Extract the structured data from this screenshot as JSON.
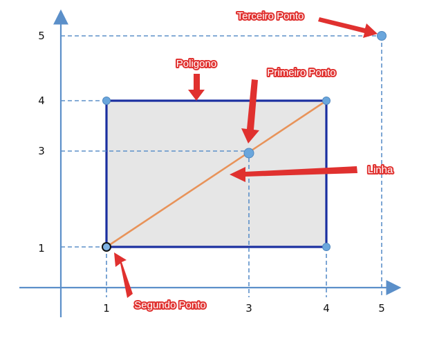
{
  "x_ticks": [
    "1",
    "3",
    "4",
    "5"
  ],
  "y_ticks": [
    "1",
    "3",
    "4",
    "5"
  ],
  "labels": {
    "terceiro_ponto": "Terceiro Ponto",
    "poligono": "Poligono",
    "primeiro_ponto": "Primeiro Ponto",
    "linha": "Linha",
    "segundo_ponto": "Segundo Ponto"
  },
  "polygon": {
    "x_min": 1,
    "x_max": 4,
    "y_min": 1,
    "y_max": 4
  },
  "line": {
    "from": [
      1,
      1
    ],
    "to": [
      4,
      4
    ]
  },
  "points": {
    "primeiro": [
      3,
      3
    ],
    "segundo": [
      1,
      1
    ],
    "terceiro": [
      5,
      5
    ]
  },
  "colors": {
    "axis": "#5b8fc9",
    "polygon_fill": "#e6e6e6",
    "polygon_border": "#1a2fa0",
    "line": "#e8935a",
    "point": "#6aa6dc",
    "callout": "#e0312f"
  }
}
